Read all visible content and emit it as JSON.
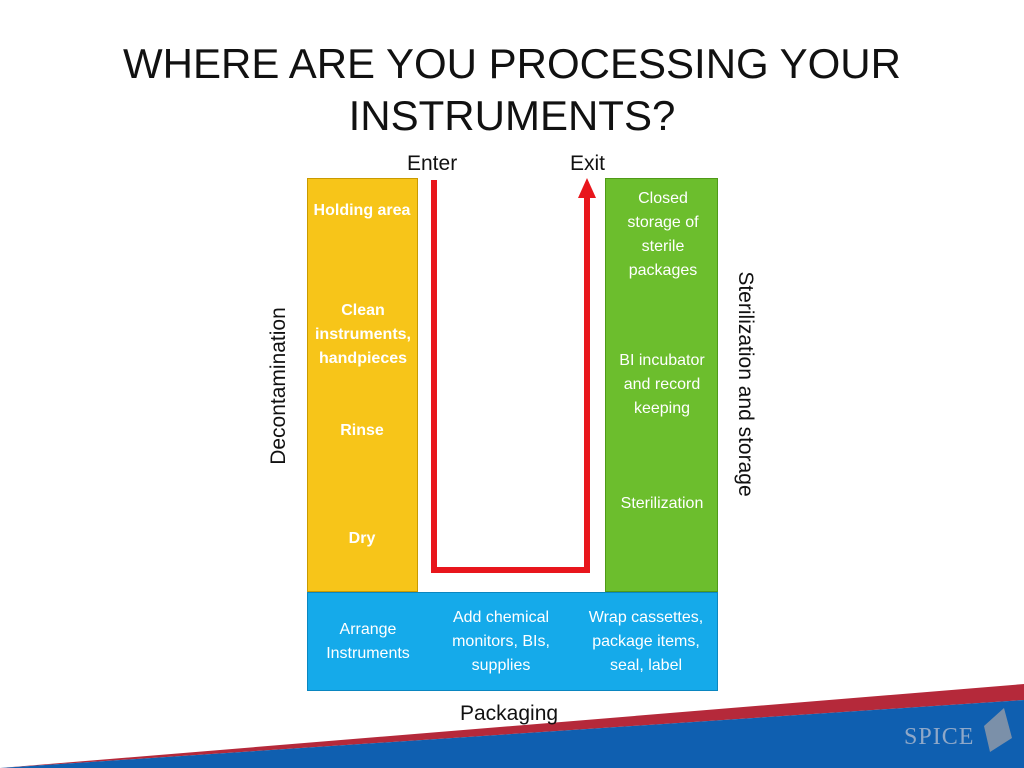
{
  "title": "WHERE ARE YOU PROCESSING YOUR INSTRUMENTS?",
  "labels": {
    "enter": "Enter",
    "exit": "Exit",
    "decontamination": "Decontamination",
    "sterilization": "Sterilization and storage",
    "packaging": "Packaging"
  },
  "decontamination_steps": [
    "Holding area",
    "Clean instruments, handpieces",
    "Rinse",
    "Dry"
  ],
  "sterilization_steps": [
    "Closed storage of sterile packages",
    "BI incubator and record keeping",
    "Sterilization"
  ],
  "packaging_steps": [
    "Arrange Instruments",
    "Add chemical monitors, BIs, supplies",
    "Wrap cassettes, package items, seal, label"
  ],
  "logo": "SPICE",
  "colors": {
    "decontamination": "#f7c519",
    "sterilization": "#6cbe2d",
    "packaging": "#15aaea",
    "flow_arrow": "#e8161c",
    "band_red": "#b5293a",
    "band_blue": "#0f5fb0"
  }
}
